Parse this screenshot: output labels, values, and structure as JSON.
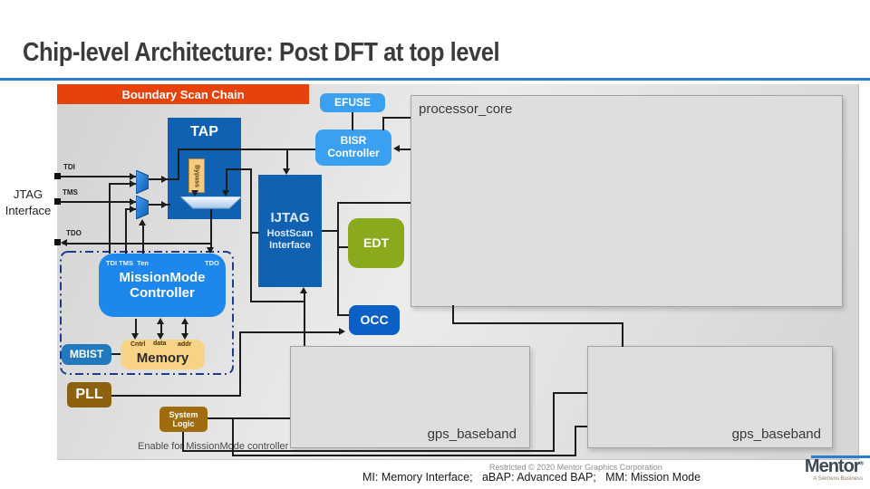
{
  "slide": {
    "title": "Chip-level Architecture: Post DFT at top level",
    "footer_restriction": "Restricted © 2020 Mentor Graphics Corporation",
    "footer_legend": "MI: Memory Interface;   aBAP: Advanced BAP;   MM: Mission Mode",
    "logo_text": "Mentor",
    "logo_mark": "®",
    "logo_tagline": "A Siemens Business"
  },
  "diagram": {
    "banner": "Boundary Scan Chain",
    "jtag_label_1": "JTAG",
    "jtag_label_2": "Interface",
    "sig_tdi": "TDI",
    "sig_tms": "TMS",
    "sig_tdo": "TDO",
    "tap": "TAP",
    "bypass": "Bypass",
    "efuse": "EFUSE",
    "bisr_1": "BISR",
    "bisr_2": "Controller",
    "ijtag_1": "IJTAG",
    "ijtag_2": "HostScan",
    "ijtag_3": "Interface",
    "edt": "EDT",
    "occ": "OCC",
    "processor_core": "processor_core",
    "gps_baseband_left": "gps_baseband",
    "gps_baseband_right": "gps_baseband",
    "mm_ports_left": "TDI TMS  Ten",
    "mm_port_tdo": "TDO",
    "mm_1": "MissionMode",
    "mm_2": "Controller",
    "mbist": "MBIST",
    "memory": "Memory",
    "mem_port_cntrl": "Cntrl",
    "mem_port_data": "data",
    "mem_port_addr": "addr",
    "pll": "PLL",
    "syslogic_1": "System",
    "syslogic_2": "Logic",
    "enable_note": "Enable for MissionMode controller",
    "colors": {
      "banner_red": "#e8420c",
      "dark_blue": "#1161b2",
      "light_blue": "#3aa0f2",
      "azure_blue": "#1d87ee",
      "occ_blue": "#0a60c6",
      "mbist_blue": "#2379bd",
      "edt_green": "#8aaa1e",
      "memory_tan": "#f8d285",
      "pll_brown": "#8e6110",
      "syslogic_brown": "#a06c10",
      "wire_black": "#1c1c1c",
      "underline_blue": "#2e7cd2",
      "module_gray": "#dedede"
    }
  }
}
